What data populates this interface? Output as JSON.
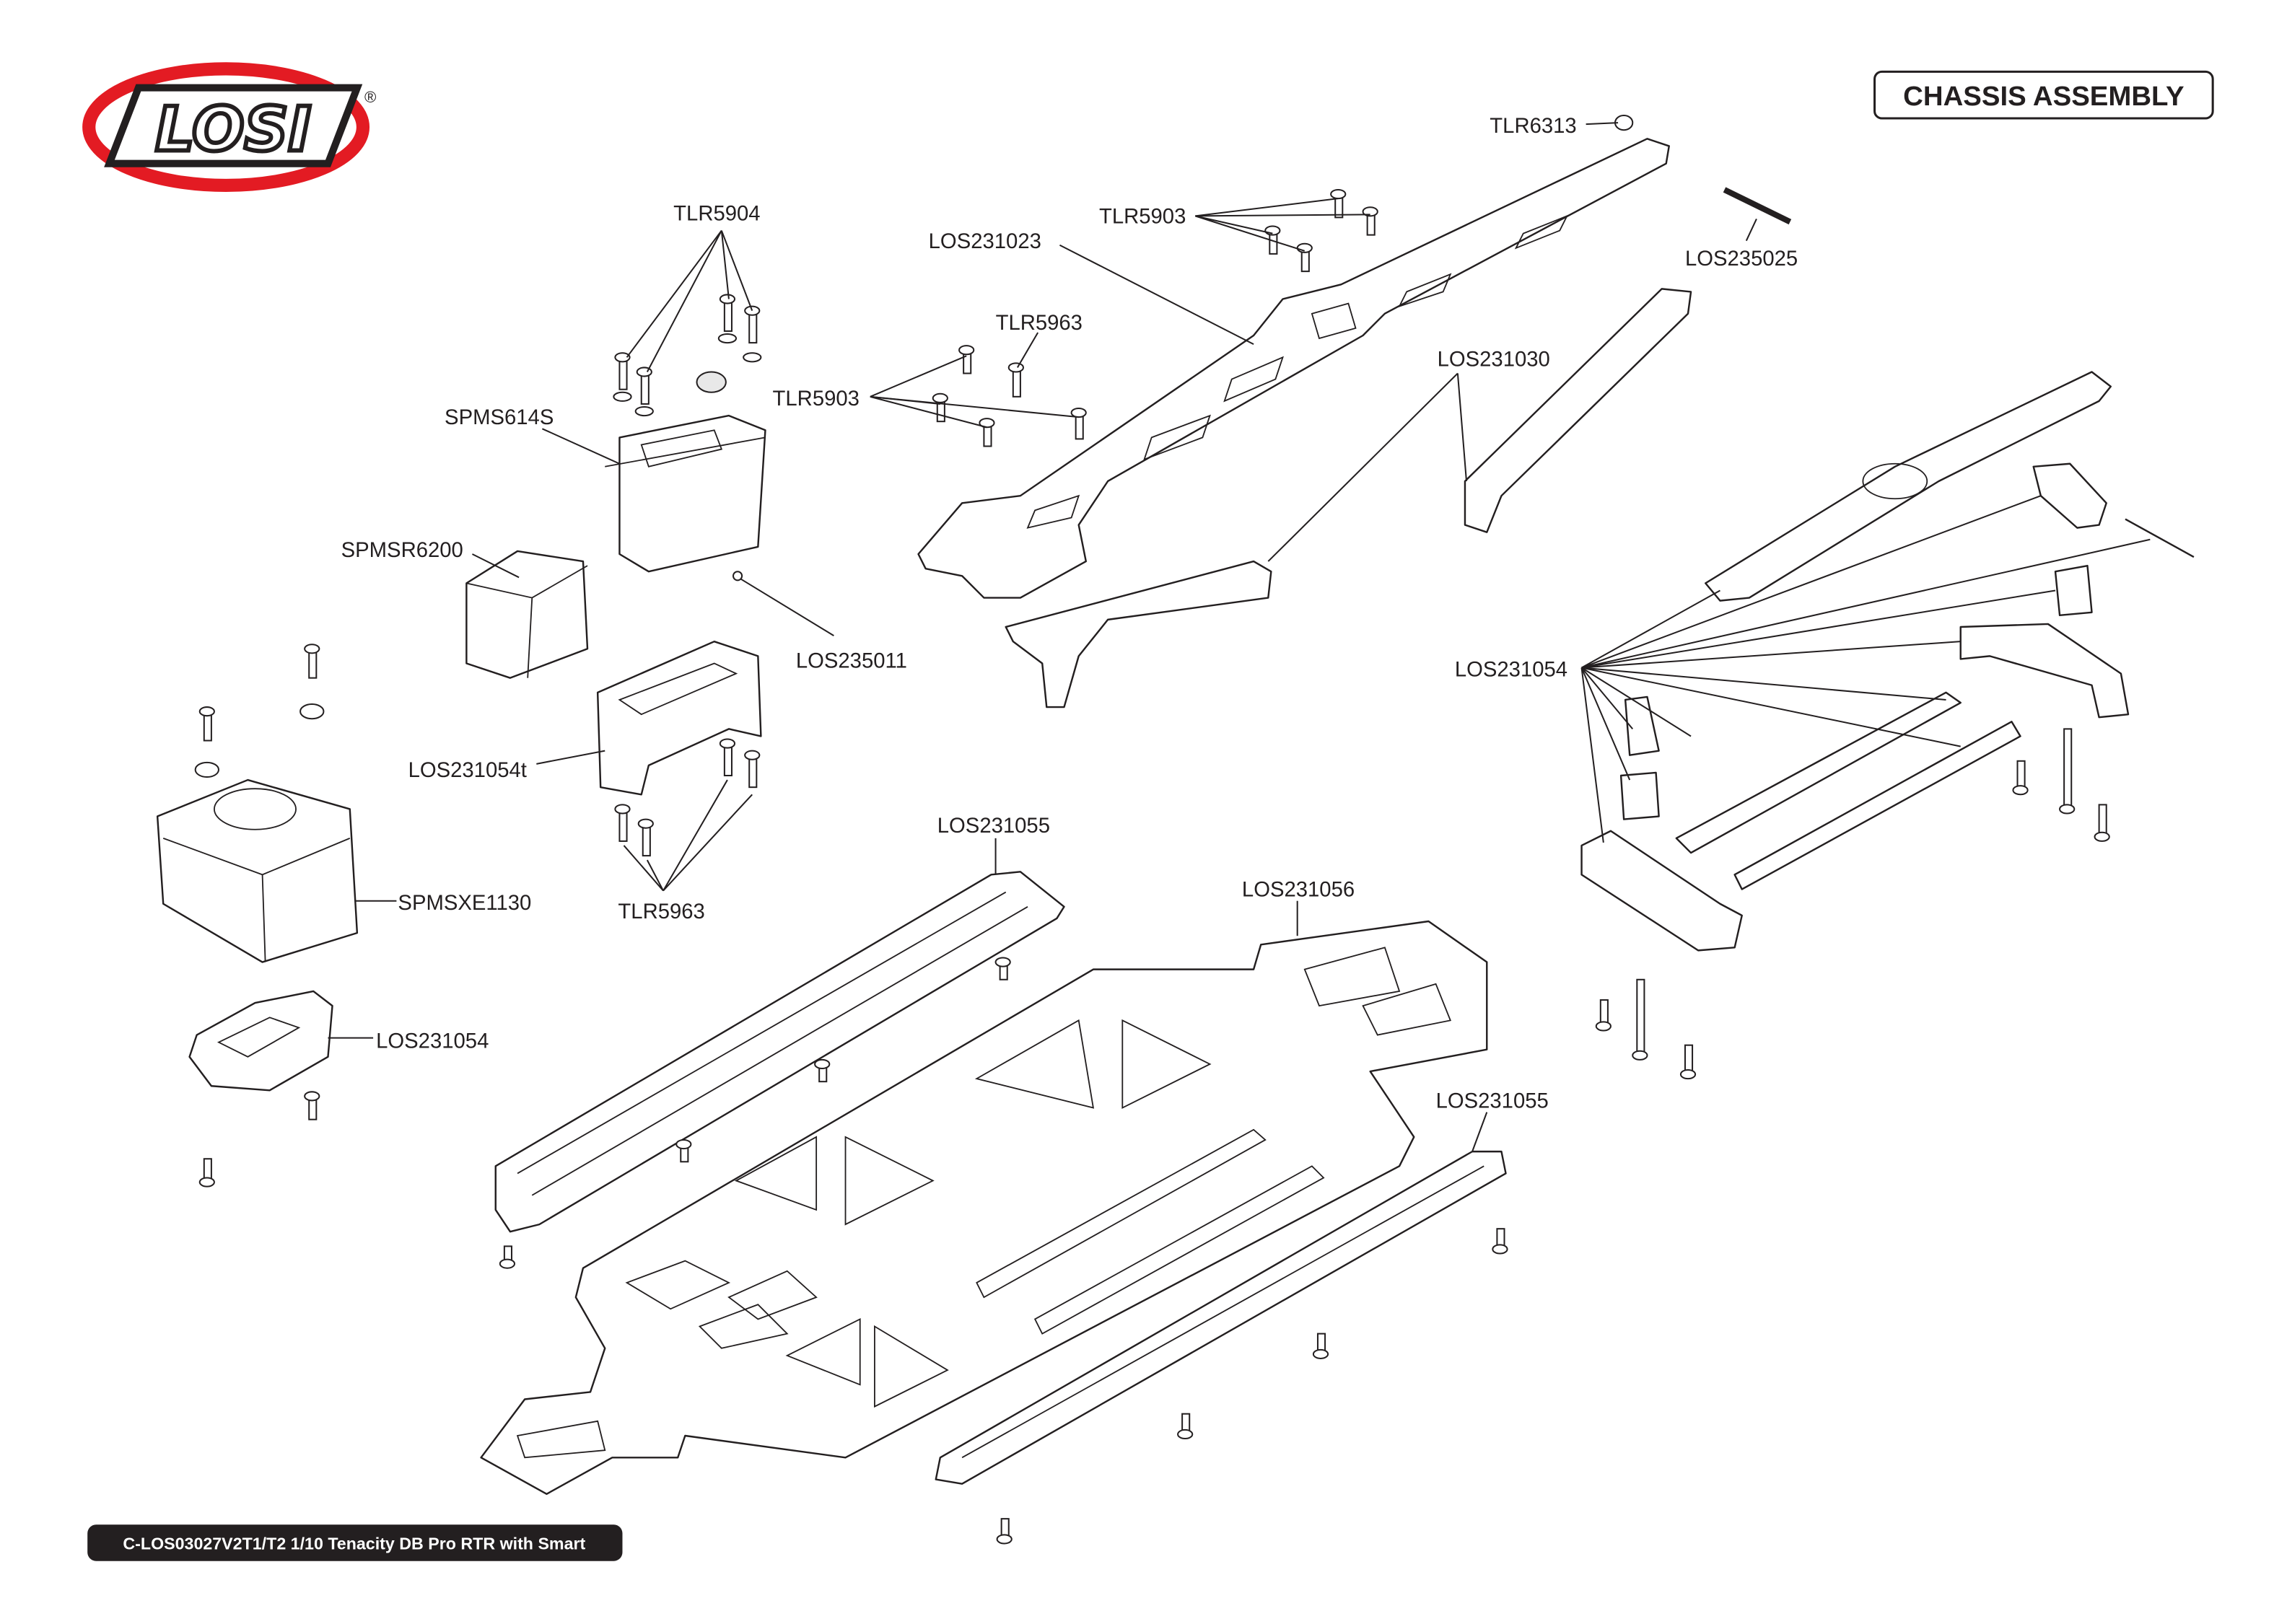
{
  "title": "CHASSIS ASSEMBLY",
  "logo": {
    "text": "LOSI",
    "registered": "®",
    "colors": {
      "ring": "#e31b23",
      "letters": "#231f20"
    }
  },
  "footer": "C-LOS03027V2T1/T2 1/10 Tenacity DB Pro RTR with Smart",
  "labels": [
    "TLR6313",
    "TLR5904",
    "TLR5903",
    "LOS235025",
    "LOS231023",
    "TLR5963",
    "TLR5903",
    "SPMS614S",
    "LOS231030",
    "SPMSR6200",
    "LOS235011",
    "LOS231054",
    "LOS231054t",
    "TLR5963",
    "LOS231055",
    "SPMSXE1130",
    "LOS231056",
    "LOS231054",
    "LOS231055"
  ]
}
